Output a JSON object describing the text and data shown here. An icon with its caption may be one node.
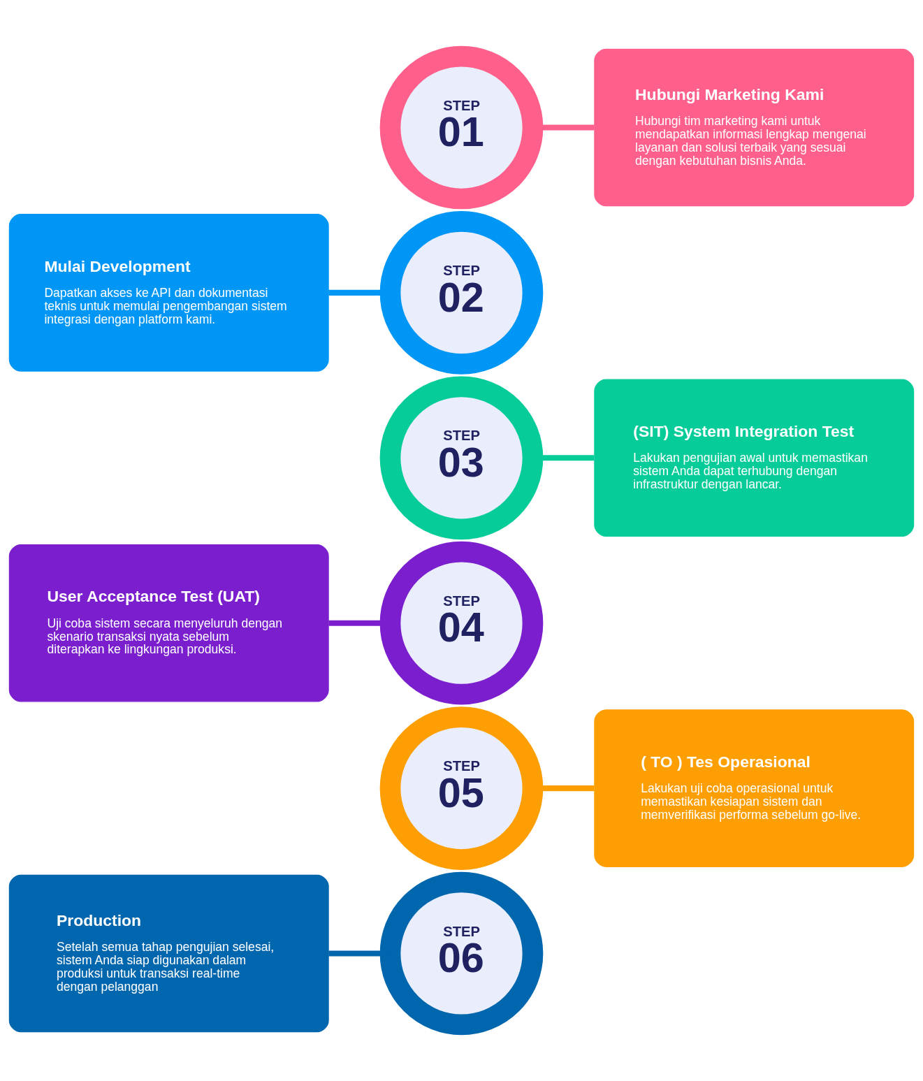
{
  "diagram": {
    "nodes": [
      {
        "text": [
          "STEP",
          "01"
        ]
      },
      {
        "text": [
          "Hubungi Marketing Kami",
          "Hubungi tim marketing kami untuk mendapatkan informasi lengkap mengenai layanan dan solusi terbaik yang sesuai dengan kebutuhan bisnis Anda."
        ]
      },
      {
        "text": [
          "Mulai Development",
          "Dapatkan akses ke API dan dokumentasi teknis untuk memulai pengembangan sistem integrasi dengan platform kami."
        ]
      },
      {
        "text": [
          "STEP",
          "02"
        ]
      },
      {
        "text": [
          "STEP",
          "03"
        ]
      },
      {
        "text": [
          "(SIT) System Integration Test",
          "Lakukan pengujian awal untuk memastikan sistem Anda dapat terhubung dengan infrastruktur dengan lancar."
        ]
      },
      {
        "text": [
          "User Acceptance Test (UAT)",
          "Uji coba sistem secara menyeluruh dengan skenario transaksi nyata sebelum diterapkan ke lingkungan produksi."
        ]
      },
      {
        "text": [
          "STEP",
          "04"
        ]
      },
      {
        "text": [
          "STEP",
          "05"
        ]
      },
      {
        "text": [
          "( TO ) Tes Operasional",
          "Lakukan uji coba operasional untuk memastikan kesiapan sistem dan memverifikasi performa sebelum go-live."
        ]
      },
      {
        "text": [
          "Production",
          "Setelah semua tahap pengujian selesai, sistem Anda siap digunakan dalam produksi untuk transaksi real-time dengan pelanggan"
        ]
      },
      {
        "text": [
          "STEP",
          "06"
        ]
      }
    ],
    "edges": [
      {
        "from": 0,
        "to": 1,
        "arrow": "none",
        "color": "#ff5f8b"
      },
      {
        "from": 2,
        "to": 3,
        "arrow": "none",
        "color": "#0096f5"
      },
      {
        "from": 4,
        "to": 5,
        "arrow": "none",
        "color": "#05cc98"
      },
      {
        "from": 6,
        "to": 7,
        "arrow": "none",
        "color": "#7b1fce"
      },
      {
        "from": 8,
        "to": 9,
        "arrow": "none",
        "color": "#fd9e02"
      },
      {
        "from": 10,
        "to": 11,
        "arrow": "none",
        "color": "#0066ae"
      }
    ]
  }
}
